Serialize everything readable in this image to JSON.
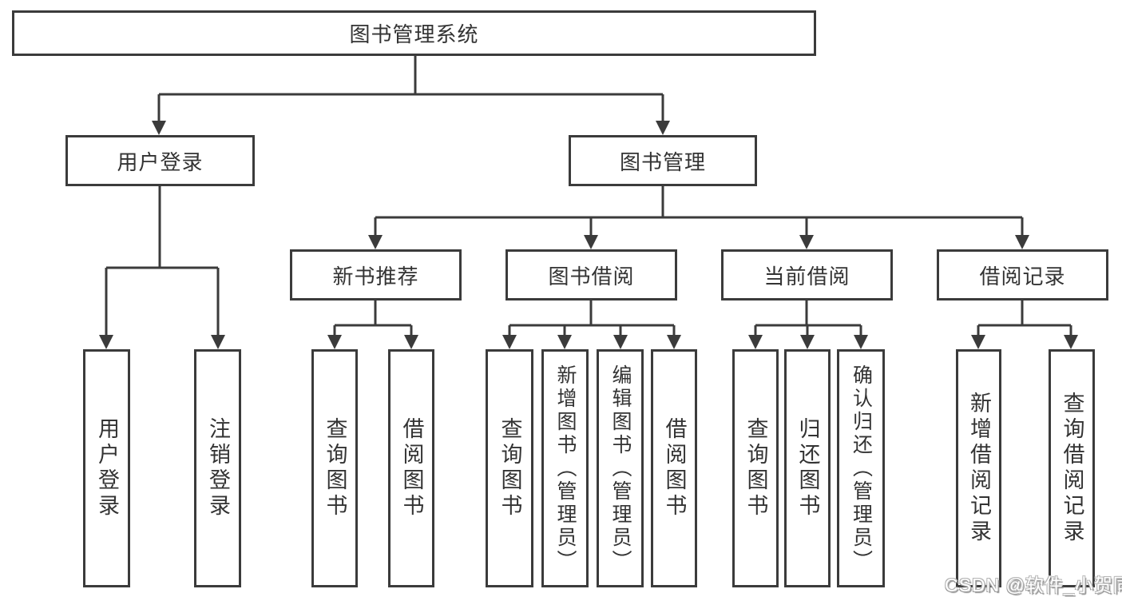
{
  "colors": {
    "background": "#ffffff",
    "line": "#3b3b3b",
    "box_border": "#3b3b3b",
    "text": "#333333",
    "watermark_text": "#ffffff"
  },
  "tree": {
    "root": "图书管理系统",
    "children": [
      {
        "label": "用户登录",
        "leaves": [
          "用户登录",
          "注销登录"
        ]
      },
      {
        "label": "图书管理",
        "children": [
          {
            "label": "新书推荐",
            "leaves": [
              "查询图书",
              "借阅图书"
            ]
          },
          {
            "label": "图书借阅",
            "leaves": [
              "查询图书",
              "新增图书（管理员）",
              "编辑图书（管理员）",
              "借阅图书"
            ]
          },
          {
            "label": "当前借阅",
            "leaves": [
              "查询图书",
              "归还图书",
              "确认归还（管理员）"
            ]
          },
          {
            "label": "借阅记录",
            "leaves": [
              "新增借阅记录",
              "查询借阅记录"
            ]
          }
        ]
      }
    ]
  },
  "watermark": {
    "text": "CSDN @软件_小贺同学"
  }
}
